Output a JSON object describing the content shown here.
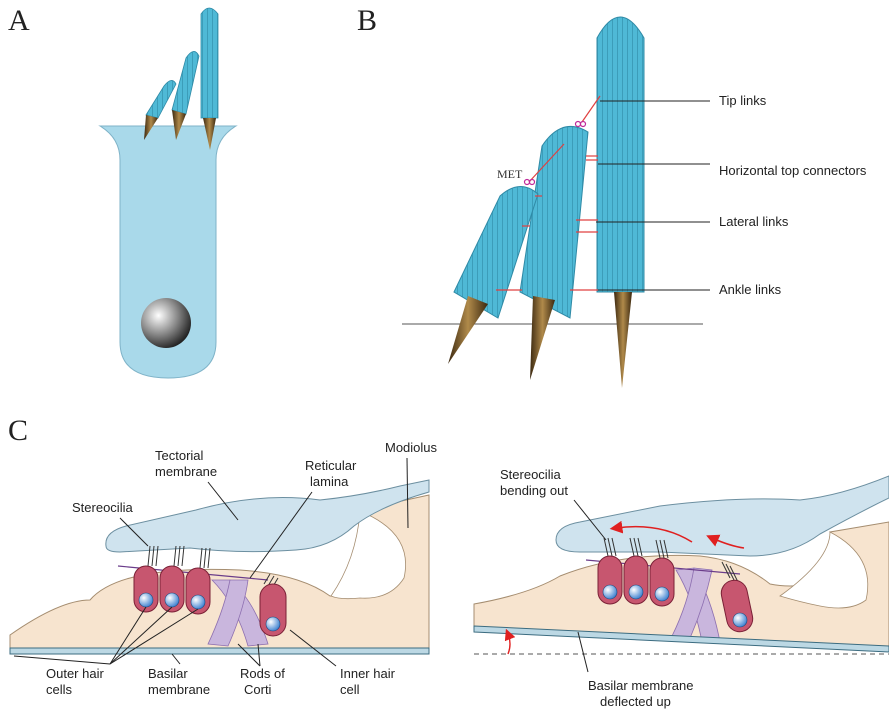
{
  "panels": {
    "a": "A",
    "b": "B",
    "c": "C"
  },
  "panel_b": {
    "met": "MET",
    "labels": {
      "tip_links": "Tip links",
      "horizontal_top_connectors": "Horizontal top connectors",
      "lateral_links": "Lateral links",
      "ankle_links": "Ankle links"
    }
  },
  "panel_c_left": {
    "tectorial_1": "Tectorial",
    "tectorial_2": "membrane",
    "reticular_1": "Reticular",
    "reticular_2": "lamina",
    "modiolus": "Modiolus",
    "stereocilia": "Stereocilia",
    "outer_1": "Outer hair",
    "outer_2": "cells",
    "basilar_1": "Basilar",
    "basilar_2": "membrane",
    "rods_1": "Rods of",
    "rods_2": "Corti",
    "inner_1": "Inner hair",
    "inner_2": "cell"
  },
  "panel_c_right": {
    "bending_1": "Stereocilia",
    "bending_2": "bending out",
    "deflected_1": "Basilar membrane",
    "deflected_2": "deflected up"
  },
  "colors": {
    "cilia": "#4fb9d6",
    "cell_body": "#a9d9ea",
    "tissue": "#f7e4cf",
    "tectorial": "#cfe3ee",
    "hair_cell": "#c7566f",
    "rods": "#c9b6dd",
    "link": "#e04040",
    "arrow": "#e02020"
  }
}
